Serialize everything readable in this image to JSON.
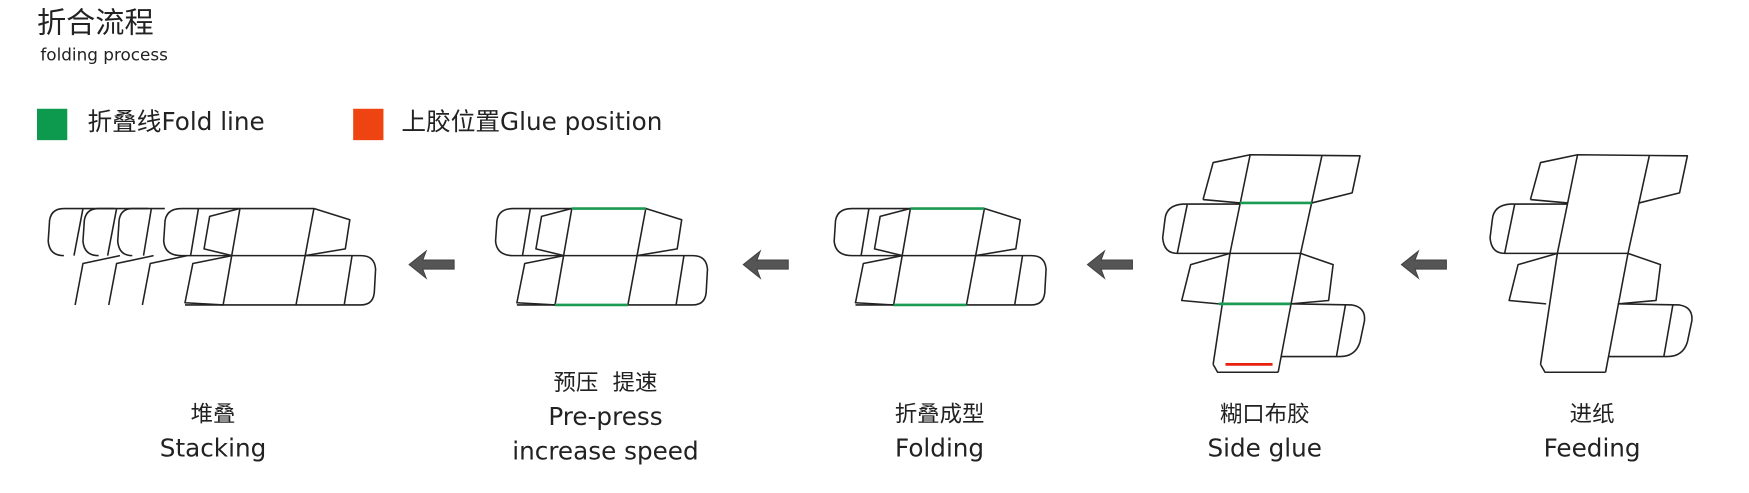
{
  "header": {
    "title": "折合流程",
    "subtitle": "folding process"
  },
  "legend": [
    {
      "label": "折叠线Fold line",
      "color": "#0e9a4e"
    },
    {
      "label": "上胶位置Glue position",
      "color": "#ee4411"
    }
  ],
  "steps": [
    {
      "cn": "堆叠",
      "en": "Stacking"
    },
    {
      "cn": "预压  提速",
      "en": "Pre-press",
      "en2": "increase speed"
    },
    {
      "cn": "折叠成型",
      "en": "Folding"
    },
    {
      "cn": "糊口布胶",
      "en": "Side glue"
    },
    {
      "cn": "进纸",
      "en": "Feeding"
    }
  ]
}
